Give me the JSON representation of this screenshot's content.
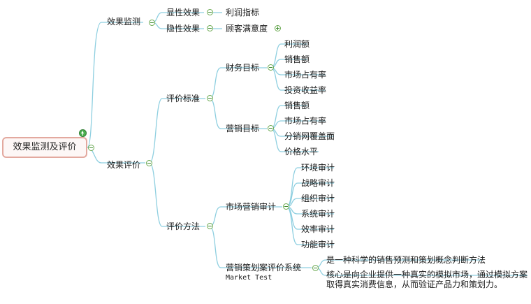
{
  "root": {
    "label": "效果监测及评价"
  },
  "branches": {
    "monitor": {
      "label": "效果监测",
      "explicit": {
        "label": "显性效果",
        "child": "利润指标"
      },
      "implicit": {
        "label": "隐性效果",
        "child": "顾客满意度"
      }
    },
    "evaluate": {
      "label": "效果评价",
      "criteria": {
        "label": "评价标准",
        "financial": {
          "label": "财务目标",
          "items": [
            "利润额",
            "销售额",
            "市场占有率",
            "投资收益率"
          ]
        },
        "marketing": {
          "label": "营销目标",
          "items": [
            "销售额",
            "市场占有率",
            "分销网覆盖面",
            "价格水平"
          ]
        }
      },
      "methods": {
        "label": "评价方法",
        "audit": {
          "label": "市场营销审计",
          "items": [
            "环境审计",
            "战略审计",
            "组织审计",
            "系统审计",
            "效率审计",
            "功能审计"
          ]
        },
        "plan": {
          "label": "营销策划案评价系统",
          "sublabel": "Market Test",
          "items": [
            "是一种科学的销售预测和策划概念判断方法",
            "核心是向企业提供一种真实的模拟市场，通过模拟方案",
            "取得真实消费信息，从而验证产品力和策划力。"
          ]
        }
      }
    }
  },
  "colors": {
    "connector": "#8ecfe0",
    "toggle": "#6aa84f",
    "root_border": "#e3a99f"
  }
}
